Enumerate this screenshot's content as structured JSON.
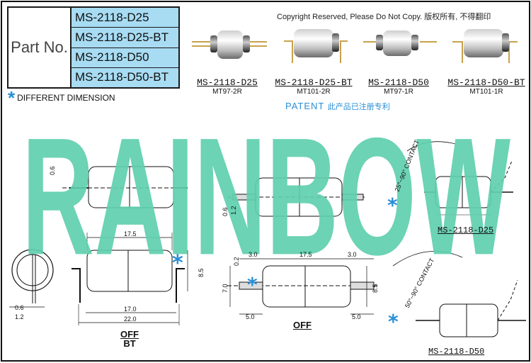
{
  "part_table": {
    "label": "Part No.",
    "parts": [
      "MS-2118-D25",
      "MS-2118-D25-BT",
      "MS-2118-D50",
      "MS-2118-D50-BT"
    ]
  },
  "different_dimension_note": "DIFFERENT DIMENSION",
  "copyright": "Copyright Reserved, Please Do Not Copy. 版权所有, 不得翻印",
  "products": [
    {
      "name": "MS-2118-D25",
      "code": "MT97-2R"
    },
    {
      "name": "MS-2118-D25-BT",
      "code": "MT101-2R"
    },
    {
      "name": "MS-2118-D50",
      "code": "MT97-1R"
    },
    {
      "name": "MS-2118-D50-BT",
      "code": "MT101-1R"
    }
  ],
  "patent": {
    "label": "PATENT",
    "cn": "此产品已注册专利"
  },
  "watermark": "RAINBOW",
  "drawings": {
    "bt_view_caption_1": "OFF",
    "bt_view_caption_2": "BT",
    "off_view_caption": "OFF",
    "d25_caption": "MS-2118-D25",
    "d50_caption": "MS-2118-D50",
    "d25_angle": "25°~90° CONTACT",
    "d50_angle": "50°~90° CONTACT",
    "dims": {
      "lead_06_a": "0.6",
      "lead_06_b": "0.6",
      "lead_12_a": "1.2",
      "lead_06_c": "0.6",
      "lead_12_b": "1.2",
      "len_175_a": "17.5",
      "dia_85_a": "8.5",
      "len_170": "17.0",
      "len_220": "22.0",
      "len_30_a": "3.0",
      "len_175_b": "17.5",
      "len_30_b": "3.0",
      "gap_02": "0.2",
      "dia_70": "7.0",
      "dia_85_b": "8.5",
      "len_50_a": "5.0",
      "len_50_b": "5.0"
    }
  },
  "colors": {
    "watermark": "#5fcfae",
    "accent_blue": "#2a8fd6",
    "table_fill": "#a8dcf3"
  }
}
